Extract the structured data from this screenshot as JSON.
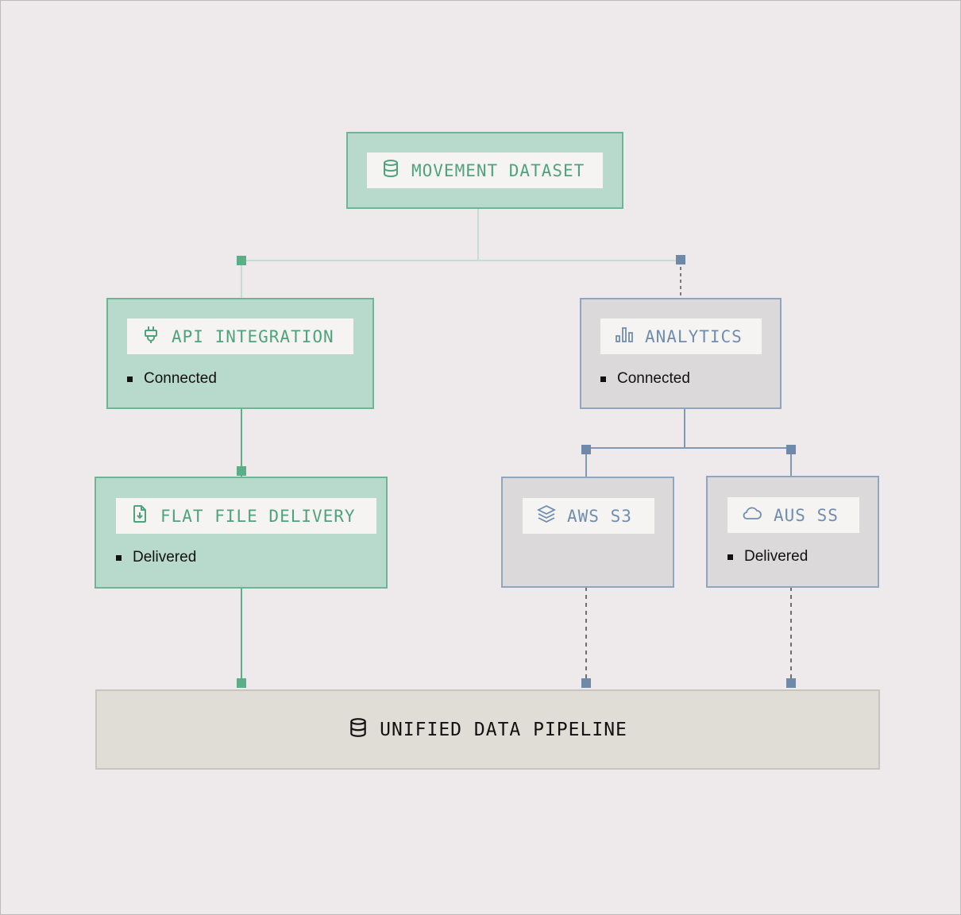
{
  "nodes": {
    "movement_dataset": {
      "label": "MOVEMENT DATASET",
      "icon": "database-icon"
    },
    "api_integration": {
      "label": "API INTEGRATION",
      "icon": "plug-icon",
      "status": "Connected"
    },
    "analytics": {
      "label": "ANALYTICS",
      "icon": "bar-chart-icon",
      "status": "Connected"
    },
    "flat_file_delivery": {
      "label": "FLAT FILE DELIVERY",
      "icon": "file-download-icon",
      "status": "Delivered"
    },
    "aws_s3": {
      "label": "AWS S3",
      "icon": "layers-icon"
    },
    "aus_ss": {
      "label": "AUS SS",
      "icon": "cloud-icon",
      "status": "Delivered"
    },
    "unified_pipeline": {
      "label": "UNIFIED DATA PIPELINE",
      "icon": "database-icon"
    }
  },
  "colors": {
    "green_fill": "#b7dacd",
    "green_border": "#6db594",
    "green_text": "#4fa37c",
    "blue_fill": "#dcd9da",
    "blue_border": "#8ea6c0",
    "blue_text": "#6f8eaf",
    "pipeline_fill": "#e0dcd6",
    "background": "#eeeaeb"
  }
}
